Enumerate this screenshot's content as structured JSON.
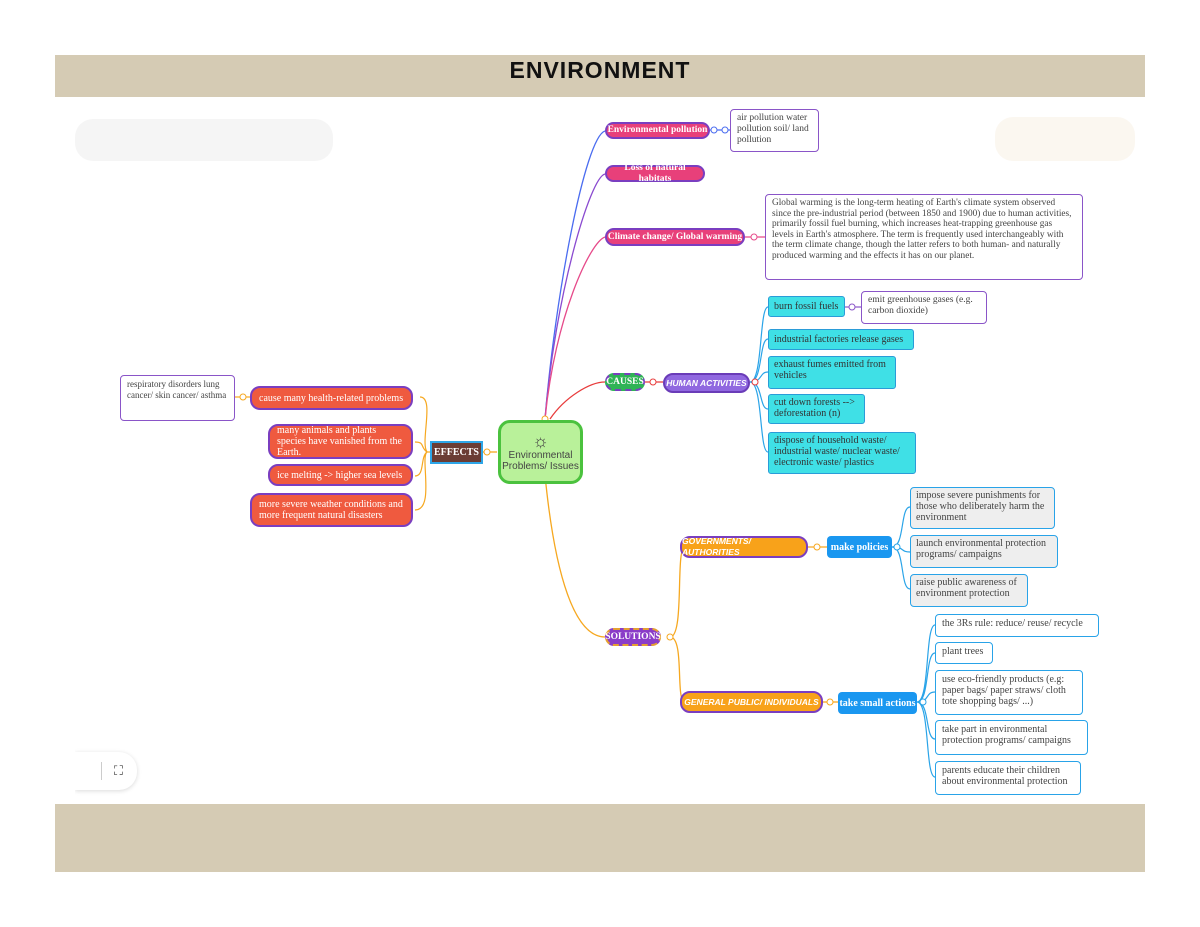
{
  "header": {
    "title": "ENVIRONMENT"
  },
  "center": {
    "label": "Environmental Problems/ Issues",
    "icon": "lightbulb-icon"
  },
  "effects": {
    "label": "EFFECTS",
    "items": [
      "cause many health-related problems",
      "many animals and plants species have vanished from the Earth.",
      "ice melting -> higher sea levels",
      "more severe weather conditions and more frequent natural disasters"
    ],
    "health_detail": "respiratory disorders lung cancer/ skin cancer/ asthma"
  },
  "problems": {
    "env_pollution": "Environmental pollution",
    "pollution_types": "air pollution water pollution soil/ land pollution",
    "habitats": "Loss of natural habitats",
    "climate": "Climate change/ Global warming",
    "climate_detail": "Global warming is the long-term heating of Earth's climate system observed since the pre-industrial period (between 1850 and 1900) due to human activities, primarily fossil fuel burning, which increases heat-trapping greenhouse gas levels in Earth's atmosphere. The term is frequently used interchangeably with the term climate change, though the latter refers to both human- and naturally produced warming and the effects it has on our planet."
  },
  "causes": {
    "label": "CAUSES",
    "human": "HUMAN ACTIVITIES",
    "items": [
      "burn fossil fuels",
      "industrial factories release gases",
      "exhaust fumes emitted from vehicles",
      "cut down forests --> deforestation (n)",
      "dispose of household waste/ industrial waste/ nuclear waste/ electronic waste/ plastics"
    ],
    "emit": "emit greenhouse gases (e.g. carbon dioxide)"
  },
  "solutions": {
    "label": "SOLUTIONS",
    "gov": "GOVERNMENTS/ AUTHORITIES",
    "policies": "make policies",
    "gov_items": [
      "impose severe punishments for those who deliberately harm the environment",
      "launch environmental protection programs/ campaigns",
      "raise public awareness of environment protection"
    ],
    "public": "GENERAL PUBLIC/ INDIVIDUALS",
    "actions": "take small actions",
    "public_items": [
      "the 3Rs rule: reduce/ reuse/ recycle",
      "plant trees",
      "use eco-friendly products (e.g: paper bags/ paper straws/ cloth tote shopping bags/ ...)",
      "take part in environmental protection programs/ campaigns",
      "parents educate their children about environmental protection"
    ]
  },
  "colors": {
    "band": "#d5cbb4",
    "central": "#b9f19a",
    "causes_items": "#3fe0e6",
    "effects_items": "#ef5a3f"
  }
}
